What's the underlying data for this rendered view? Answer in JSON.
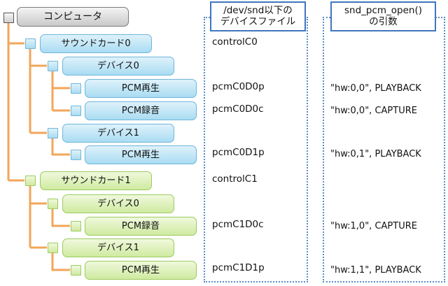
{
  "tree": {
    "root_label": "コンピュータ",
    "card0": {
      "label": "サウンドカード0",
      "device0": {
        "label": "デバイス0",
        "playback": "PCM再生",
        "capture": "PCM録音"
      },
      "device1": {
        "label": "デバイス1",
        "playback": "PCM再生"
      }
    },
    "card1": {
      "label": "サウンドカード1",
      "device0": {
        "label": "デバイス0",
        "capture": "PCM録音"
      },
      "device1": {
        "label": "デバイス1",
        "playback": "PCM再生"
      }
    }
  },
  "columns": {
    "devfile": {
      "header_line1": "/dev/snd以下の",
      "header_line2": "デバイスファイル",
      "values": [
        "controlC0",
        "pcmC0D0p",
        "pcmC0D0c",
        "pcmC0D1p",
        "controlC1",
        "pcmC1D0c",
        "pcmC1D1p"
      ]
    },
    "args": {
      "header_line1": "snd_pcm_open()",
      "header_line2": "の引数",
      "values": [
        "\"hw:0,0\", PLAYBACK",
        "\"hw:0,0\", CAPTURE",
        "\"hw:0,1\", PLAYBACK",
        "\"hw:1,0\", CAPTURE",
        "\"hw:1,1\", PLAYBACK"
      ]
    }
  },
  "colors": {
    "connector": "#f2a65a",
    "blue_fill": "#a9dcf2",
    "green_fill": "#cfeaa0",
    "header_border": "#3f76bd"
  }
}
